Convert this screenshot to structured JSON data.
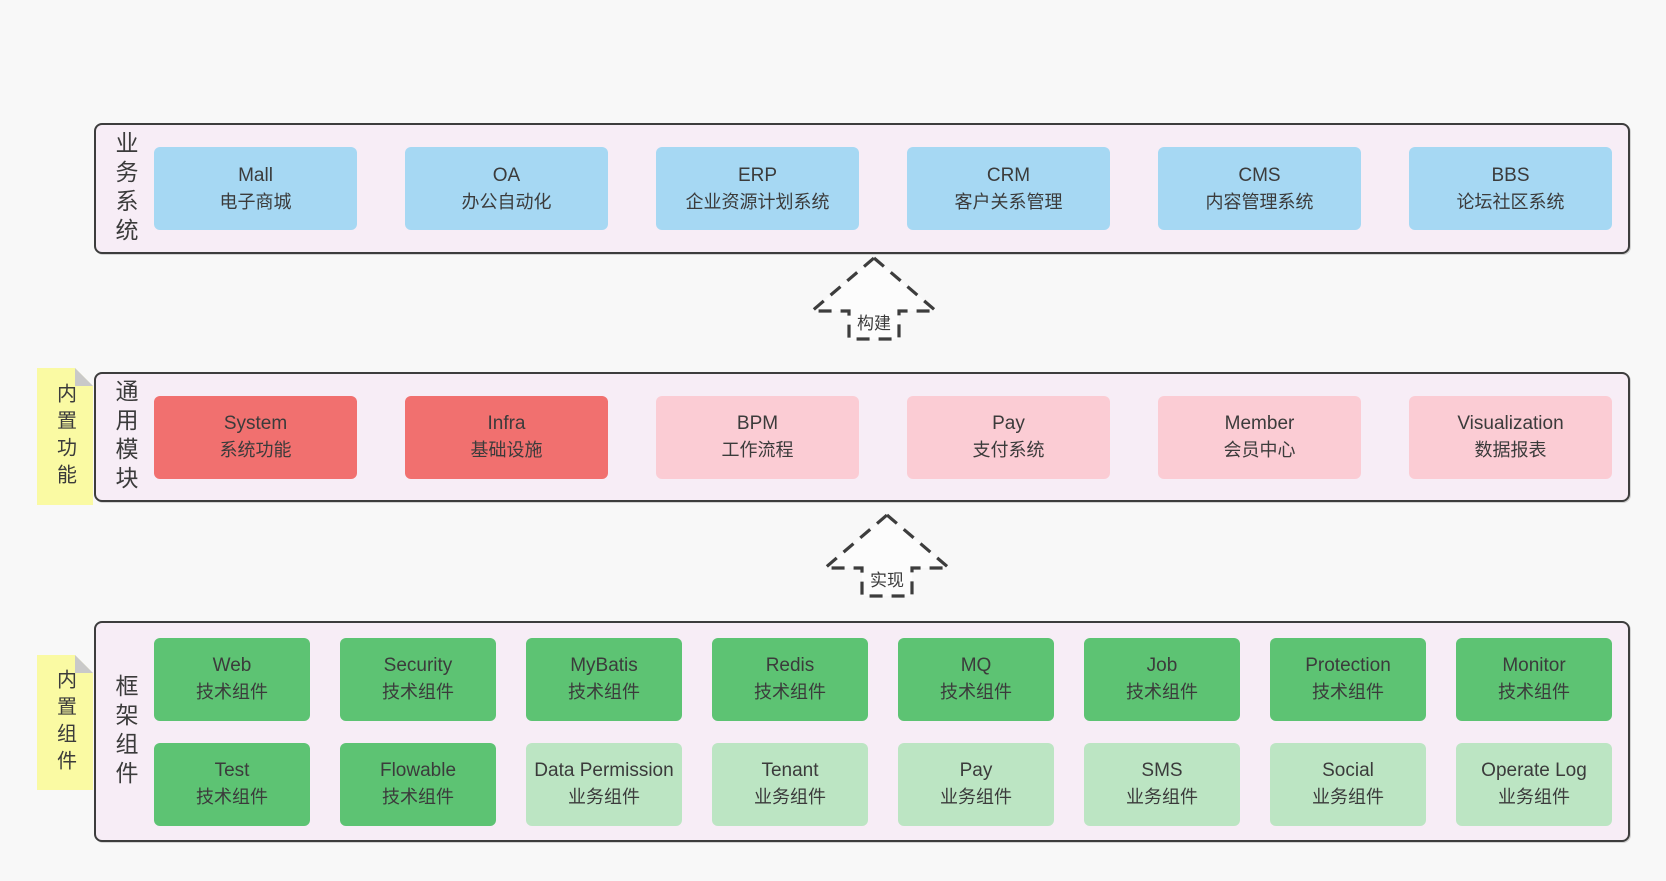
{
  "colors": {
    "page": "#f8f8f8",
    "panel": "#f7edf6",
    "line": "#3d3d3d",
    "ink": "#3b3b3b",
    "blue": "#a6d8f3",
    "red": "#f1706f",
    "pink": "#fbccd4",
    "green-dark": "#5dc373",
    "green-light": "#bce5c3",
    "note": "#fafaa3",
    "fold": "#c9c9c9",
    "arrow-fill": "#fcfcfc"
  },
  "business": {
    "side_label": "业务系统",
    "boxes": [
      {
        "name": "Mall",
        "subtitle": "电子商城"
      },
      {
        "name": "OA",
        "subtitle": "办公自动化"
      },
      {
        "name": "ERP",
        "subtitle": "企业资源计划系统"
      },
      {
        "name": "CRM",
        "subtitle": "客户关系管理"
      },
      {
        "name": "CMS",
        "subtitle": "内容管理系统"
      },
      {
        "name": "BBS",
        "subtitle": "论坛社区系统"
      }
    ]
  },
  "modules": {
    "side_label": "通用模块",
    "note": "内置功能",
    "boxes": [
      {
        "name": "System",
        "subtitle": "系统功能"
      },
      {
        "name": "Infra",
        "subtitle": "基础设施"
      },
      {
        "name": "BPM",
        "subtitle": "工作流程"
      },
      {
        "name": "Pay",
        "subtitle": "支付系统"
      },
      {
        "name": "Member",
        "subtitle": "会员中心"
      },
      {
        "name": "Visualization",
        "subtitle": "数据报表"
      }
    ]
  },
  "components": {
    "side_label": "框架组件",
    "note": "内置组件",
    "row1": [
      {
        "name": "Web",
        "subtitle": "技术组件"
      },
      {
        "name": "Security",
        "subtitle": "技术组件"
      },
      {
        "name": "MyBatis",
        "subtitle": "技术组件"
      },
      {
        "name": "Redis",
        "subtitle": "技术组件"
      },
      {
        "name": "MQ",
        "subtitle": "技术组件"
      },
      {
        "name": "Job",
        "subtitle": "技术组件"
      },
      {
        "name": "Protection",
        "subtitle": "技术组件"
      },
      {
        "name": "Monitor",
        "subtitle": "技术组件"
      }
    ],
    "row2": [
      {
        "name": "Test",
        "subtitle": "技术组件"
      },
      {
        "name": "Flowable",
        "subtitle": "技术组件"
      },
      {
        "name": "Data Permission",
        "subtitle": "业务组件"
      },
      {
        "name": "Tenant",
        "subtitle": "业务组件"
      },
      {
        "name": "Pay",
        "subtitle": "业务组件"
      },
      {
        "name": "SMS",
        "subtitle": "业务组件"
      },
      {
        "name": "Social",
        "subtitle": "业务组件"
      },
      {
        "name": "Operate Log",
        "subtitle": "业务组件"
      }
    ]
  },
  "arrows": {
    "build": "构建",
    "implement": "实现"
  }
}
